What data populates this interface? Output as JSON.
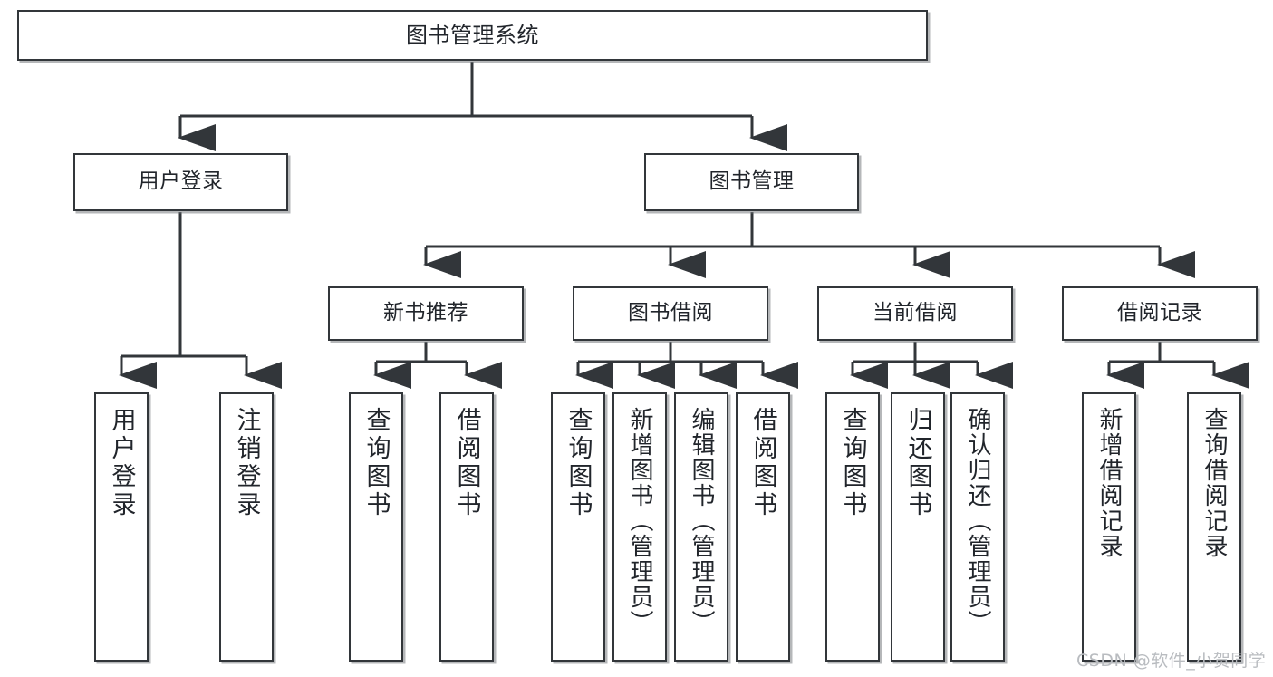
{
  "diagram": {
    "title": "图书管理系统",
    "type": "hierarchy-tree",
    "levels": 4,
    "colors": {
      "node_border": "#32363a",
      "node_fill": "#ffffff",
      "connector": "#32363a",
      "text": "#21252b",
      "watermark": "#b9bcc0",
      "background": "#ffffff"
    }
  },
  "root": {
    "id": "root",
    "label": "图书管理系统"
  },
  "level2": [
    {
      "id": "user-login",
      "label": "用户登录"
    },
    {
      "id": "book-management",
      "label": "图书管理"
    }
  ],
  "level3": [
    {
      "id": "new-book-recommend",
      "label": "新书推荐",
      "parent": "book-management"
    },
    {
      "id": "book-borrow",
      "label": "图书借阅",
      "parent": "book-management"
    },
    {
      "id": "current-borrow",
      "label": "当前借阅",
      "parent": "book-management"
    },
    {
      "id": "borrow-record",
      "label": "借阅记录",
      "parent": "book-management"
    }
  ],
  "leaves": {
    "user_login": [
      {
        "id": "leaf-user-login",
        "label": "用户登录"
      },
      {
        "id": "leaf-logout-login",
        "label": "注销登录"
      }
    ],
    "new_book_recommend": [
      {
        "id": "leaf-query-book-1",
        "label": "查询图书"
      },
      {
        "id": "leaf-borrow-book-1",
        "label": "借阅图书"
      }
    ],
    "book_borrow": [
      {
        "id": "leaf-query-book-2",
        "label": "查询图书"
      },
      {
        "id": "leaf-add-book",
        "label": "新增图书（管理员）"
      },
      {
        "id": "leaf-edit-book",
        "label": "编辑图书（管理员）"
      },
      {
        "id": "leaf-borrow-book-2",
        "label": "借阅图书"
      }
    ],
    "current_borrow": [
      {
        "id": "leaf-query-book-3",
        "label": "查询图书"
      },
      {
        "id": "leaf-return-book",
        "label": "归还图书"
      },
      {
        "id": "leaf-confirm-return",
        "label": "确认归还（管理员）"
      }
    ],
    "borrow_record": [
      {
        "id": "leaf-add-record",
        "label": "新增借阅记录"
      },
      {
        "id": "leaf-query-record",
        "label": "查询借阅记录"
      }
    ]
  },
  "watermark": {
    "text": "CSDN @软件_小贺同学"
  }
}
